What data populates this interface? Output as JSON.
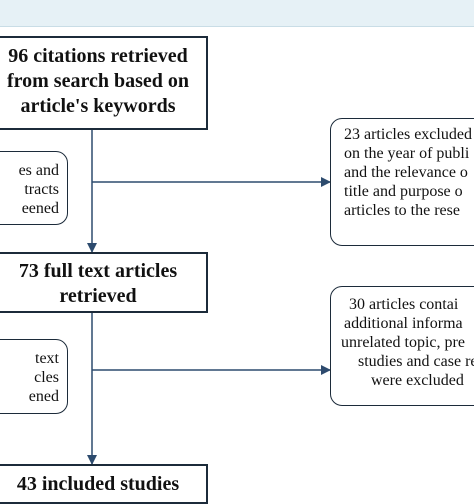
{
  "diagram": {
    "box_search": {
      "lines": [
        "96 citations retrieved",
        "from search based on",
        "article's keywords"
      ]
    },
    "box_screen1": {
      "lines": [
        "es and",
        "tracts",
        "eened"
      ]
    },
    "box_excluded1": {
      "lines": [
        "23 articles excluded",
        "on the year of publi",
        "and the relevance o",
        "title and purpose o",
        "articles to the rese"
      ]
    },
    "box_fulltext": {
      "lines": [
        "73 full text articles",
        "retrieved"
      ]
    },
    "box_screen2": {
      "lines": [
        "text",
        "cles",
        "ened"
      ]
    },
    "box_excluded2": {
      "lines": [
        "30 articles contai",
        "additional informa",
        "unrelated topic, pre",
        "studies and case re",
        "were excluded"
      ]
    },
    "box_included": {
      "lines": [
        "43 included studies"
      ]
    }
  },
  "colors": {
    "border": "#1c2b3a",
    "top_band": "#e6f1f6"
  }
}
